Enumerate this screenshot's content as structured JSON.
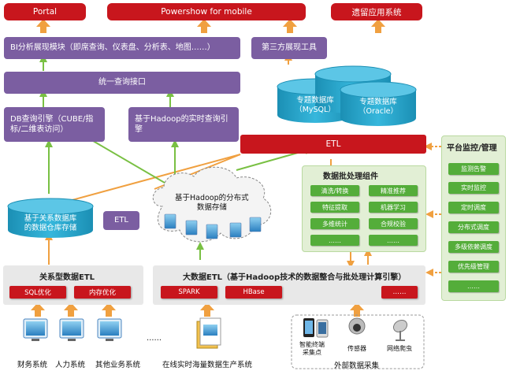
{
  "top": {
    "portal": "Portal",
    "powershow": "Powershow for mobile",
    "legacy": "遗留应用系统"
  },
  "bi_module": "BI分析展现模块（即席查询、仪表盘、分析表、地图……）",
  "third_party": "第三方展现工具",
  "unified_query": "统一查询接口",
  "db_engine": "DB查询引擎（CUBE/指标/二维表访问）",
  "hadoop_engine": "基于Hadoop的实时查询引擎",
  "topic_mysql": {
    "line1": "专题数据库",
    "line2": "（MySQL）"
  },
  "topic_oracle": {
    "line1": "专题数据库",
    "line2": "（Oracle）"
  },
  "etl_main": "ETL",
  "batch_components": {
    "title": "数据批处理组件",
    "items": [
      "清洗/转换",
      "精准推荐",
      "特征提取",
      "机器学习",
      "多维统计",
      "合规校验",
      "……",
      "……"
    ]
  },
  "platform_monitor": {
    "title": "平台监控/管理",
    "items": [
      "监测告警",
      "实时监控",
      "定时调度",
      "分布式调度",
      "多级依赖调度",
      "优先级管理",
      "……"
    ]
  },
  "warehouse": {
    "line1": "基于关系数据库",
    "line2": "的数据仓库存储"
  },
  "etl_small": "ETL",
  "hadoop_storage": {
    "line1": "基于Hadoop的分布式",
    "line2": "数据存储"
  },
  "relational_etl": {
    "title": "关系型数据ETL",
    "items": [
      "SQL优化",
      "内存优化"
    ]
  },
  "bigdata_etl": {
    "title": "大数据ETL（基于Hadoop技术的数据整合与批处理计算引擎）",
    "items": [
      "SPARK",
      "HBase",
      "……"
    ]
  },
  "sources": {
    "finance": "财务系统",
    "hr": "人力系统",
    "other": "其他业务系统",
    "dots": "……",
    "online": "在线实时海量数据生产系统",
    "device_line1": "智能终端",
    "device_line2": "采集点",
    "sensor": "传感器",
    "crawler": "网络爬虫",
    "external": "外部数据采集"
  },
  "colors": {
    "red": "#c8161d",
    "purple": "#7b5ea1",
    "green": "#54ad3a",
    "teal": "#1fa3c8",
    "orange_arrow": "#f0a040",
    "green_arrow": "#79c043"
  }
}
